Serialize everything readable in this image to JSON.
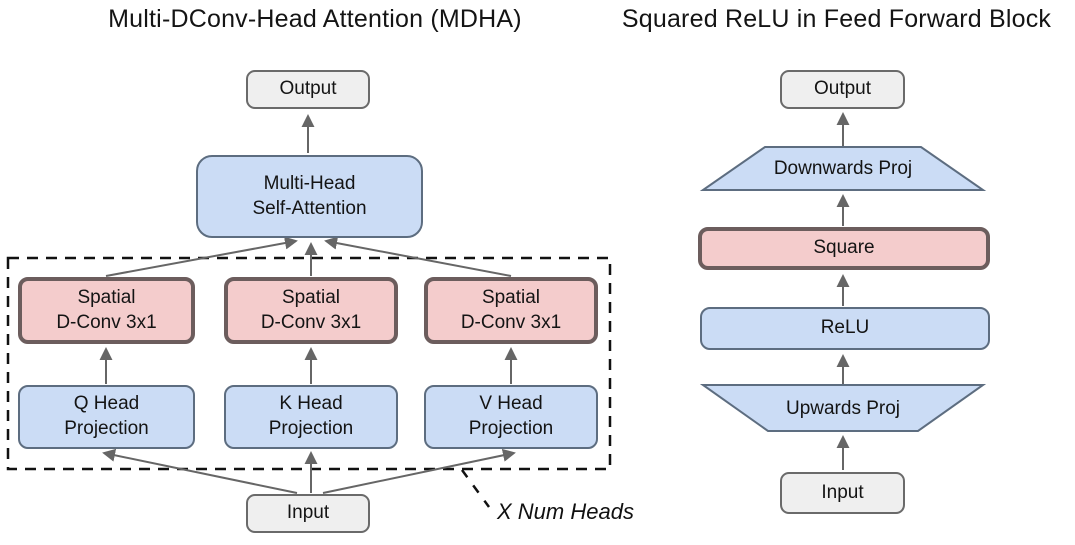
{
  "left_diagram": {
    "title": "Multi-DConv-Head Attention (MDHA)",
    "output_label": "Output",
    "mhsa": {
      "line1": "Multi-Head",
      "line2": "Self-Attention"
    },
    "spatial_boxes": [
      {
        "line1": "Spatial",
        "line2": "D-Conv 3x1"
      },
      {
        "line1": "Spatial",
        "line2": "D-Conv 3x1"
      },
      {
        "line1": "Spatial",
        "line2": "D-Conv 3x1"
      }
    ],
    "projection_boxes": [
      {
        "line1": "Q Head",
        "line2": "Projection"
      },
      {
        "line1": "K Head",
        "line2": "Projection"
      },
      {
        "line1": "V Head",
        "line2": "Projection"
      }
    ],
    "input_label": "Input",
    "annotation": "X Num Heads"
  },
  "right_diagram": {
    "title": "Squared ReLU in Feed Forward Block",
    "output_label": "Output",
    "nodes": {
      "downwards_proj": "Downwards Proj",
      "square": "Square",
      "relu": "ReLU",
      "upwards_proj": "Upwards Proj"
    },
    "input_label": "Input"
  },
  "colors": {
    "box_blue_fill": "#cbdcf5",
    "box_pink_fill": "#f4cccc",
    "box_gray_fill": "#efefef",
    "pink_border": "#6c5d5d",
    "blue_border": "#5d6d80",
    "gray_border": "#6a6a6a",
    "arrow": "#666666",
    "dashed_outline": "#111111"
  }
}
